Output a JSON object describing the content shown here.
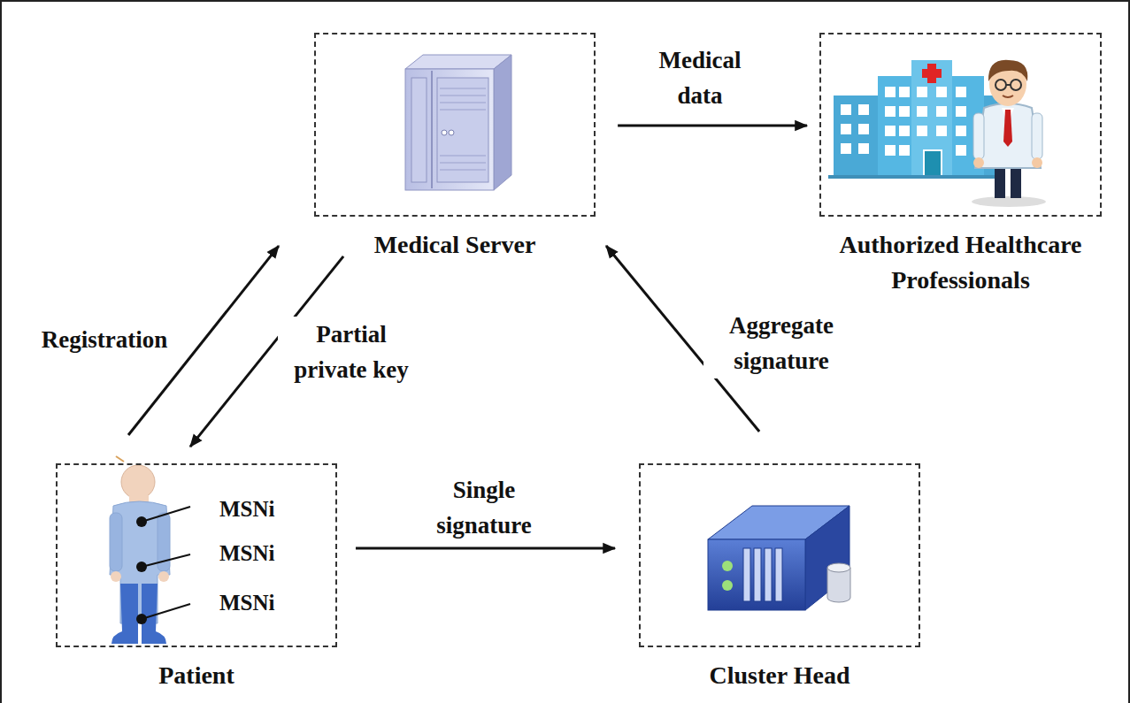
{
  "diagram": {
    "nodes": [
      {
        "text": [
          "Medical Server"
        ]
      },
      {
        "text": [
          "Authorized Healthcare Professionals"
        ]
      },
      {
        "text": [
          "Patient"
        ]
      },
      {
        "text": [
          "Cluster Head"
        ]
      }
    ],
    "edges": [
      {
        "from": 0,
        "to": 1,
        "label": "Medical data",
        "arrow": "to"
      },
      {
        "from": 2,
        "to": 0,
        "label": "Registration",
        "arrow": "to"
      },
      {
        "from": 0,
        "to": 2,
        "label": "Partial private key",
        "arrow": "to"
      },
      {
        "from": 3,
        "to": 0,
        "label": "Aggregate signature",
        "arrow": "to"
      },
      {
        "from": 2,
        "to": 3,
        "label": "Single signature",
        "arrow": "to"
      }
    ],
    "labels": [
      "MSNi",
      "MSNi",
      "MSNi"
    ]
  }
}
